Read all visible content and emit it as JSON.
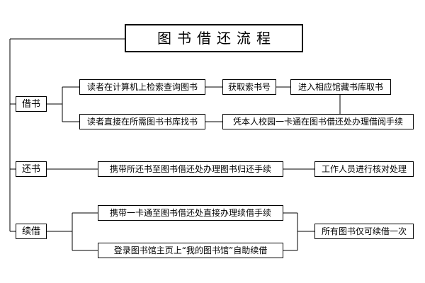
{
  "title": "图书借还流程",
  "categories": {
    "borrow": "借书",
    "return": "还书",
    "renew": "续借"
  },
  "borrow": {
    "search_catalog": "读者在计算机上检索查询图书",
    "get_call_number": "获取索书号",
    "enter_stacks": "进入相应馆藏书库取书",
    "browse_shelves": "读者直接在所需图书书库找书",
    "checkout_with_card": "凭本人校园一卡通在图书借还处办理借阅手续"
  },
  "return": {
    "bring_book": "携带所还书至图书借还处办理图书归还手续",
    "staff_check": "工作人员进行核对处理"
  },
  "renew": {
    "at_desk": "携带一卡通至图书借还处直接办理续借手续",
    "online": "登录图书馆主页上“我的图书馆”自助续借",
    "limit_note": "所有图书仅可续借一次"
  }
}
